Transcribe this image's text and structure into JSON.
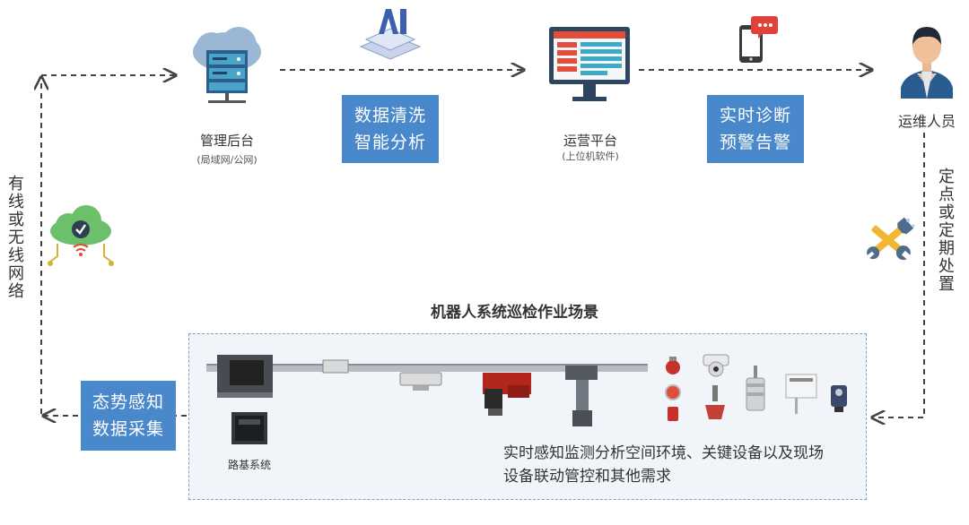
{
  "nodes": {
    "management": {
      "label": "管理后台",
      "sub": "(局域网/公网)"
    },
    "operations": {
      "label": "运营平台",
      "sub": "(上位机软件)"
    },
    "staff": {
      "label": "运维人员"
    },
    "ai_badge": {
      "text": "AI"
    }
  },
  "boxes": {
    "data_clean": {
      "line1": "数据清洗",
      "line2": "智能分析"
    },
    "diagnose": {
      "line1": "实时诊断",
      "line2": "预警告警"
    },
    "perception": {
      "line1": "态势感知",
      "line2": "数据采集"
    }
  },
  "side_labels": {
    "left": "有线或无线网络",
    "right": "定点或定期处置"
  },
  "scene": {
    "title": "机器人系统巡检作业场景",
    "base_label": "路基系统",
    "desc_line1": "实时感知监测分析空间环境、关键设备以及现场",
    "desc_line2": "设备联动管控和其他需求"
  },
  "colors": {
    "box_blue": "#4a88cc",
    "arrow": "#444444",
    "scene_border": "#7fa3c8"
  },
  "icons": [
    "server-cloud-icon",
    "ai-chip-icon",
    "monitor-icon",
    "phone-alert-icon",
    "worker-avatar-icon",
    "wireless-cloud-icon",
    "tools-icon"
  ]
}
